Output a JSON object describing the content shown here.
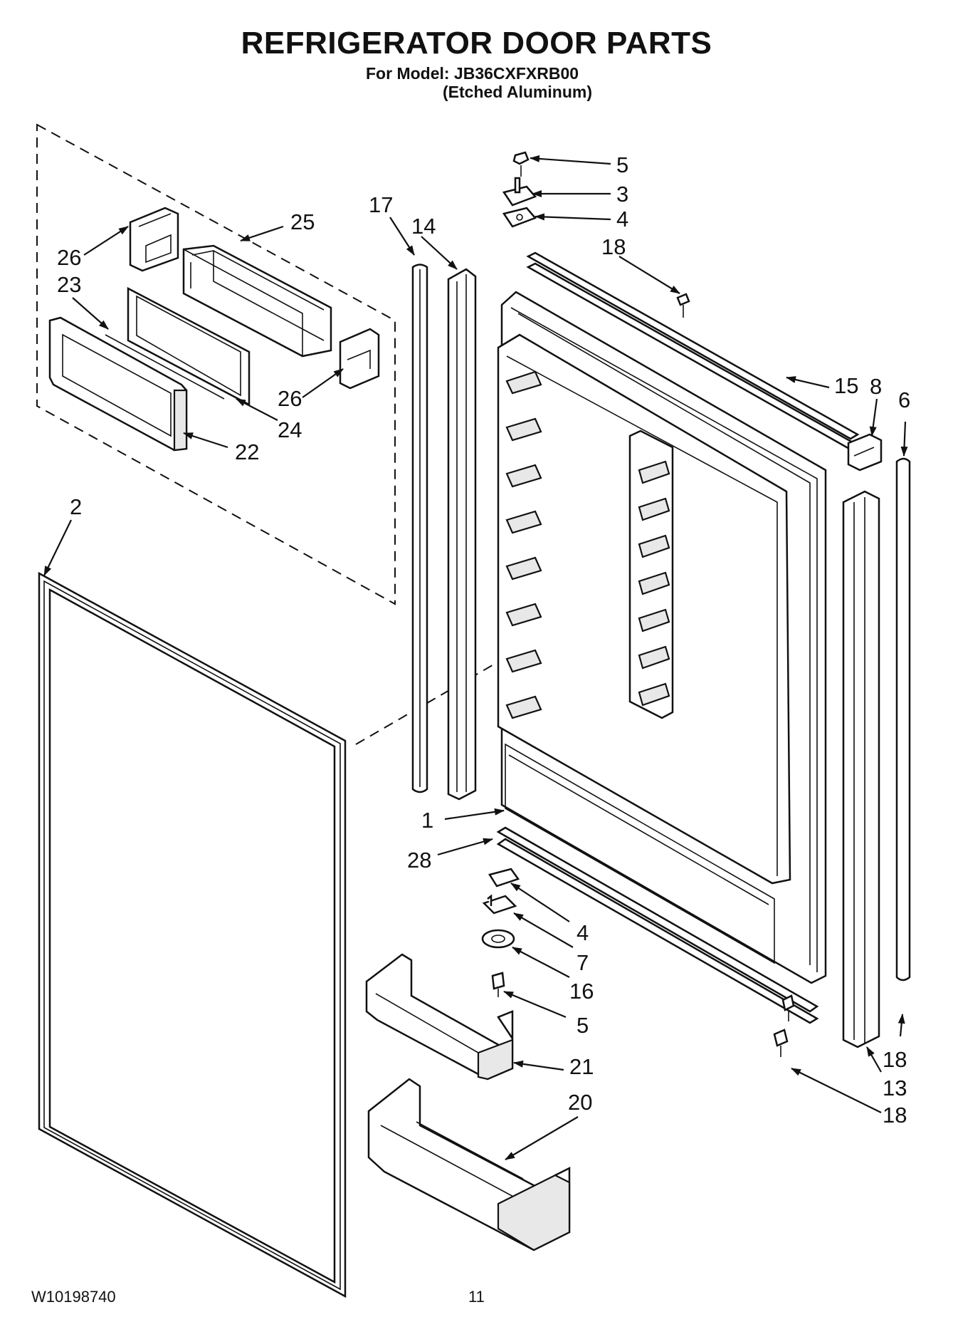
{
  "header": {
    "title": "REFRIGERATOR DOOR PARTS",
    "model_line": "For Model: JB36CXFXRB00",
    "finish_line": "(Etched Aluminum)"
  },
  "footer": {
    "doc_number": "W10198740",
    "page_number": "11"
  },
  "callouts": [
    "5",
    "3",
    "4",
    "18",
    "17",
    "14",
    "25",
    "26",
    "23",
    "26",
    "24",
    "22",
    "15",
    "8",
    "6",
    "2",
    "1",
    "28",
    "4",
    "7",
    "16",
    "5",
    "21",
    "20",
    "18",
    "13",
    "18"
  ]
}
